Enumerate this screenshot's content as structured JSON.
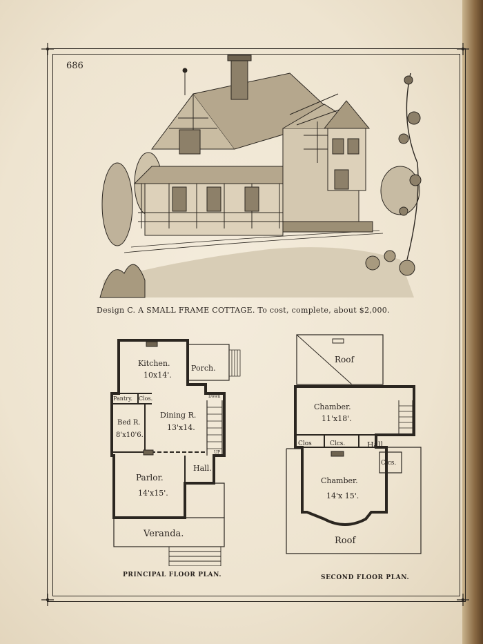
{
  "page_number": "686",
  "caption": "Design C.  A SMALL FRAME COTTAGE.  To cost, complete, about $2,000.",
  "principal_floor_plan": {
    "title": "PRINCIPAL FLOOR PLAN.",
    "rooms": {
      "kitchen": "Kitchen.",
      "kitchen_size": "10x14'.",
      "porch": "Porch.",
      "pantry": "Pantry.",
      "clos": "Clos.",
      "dining": "Dining R.",
      "dining_size": "13'x14.",
      "bedroom": "Bed R.",
      "bedroom_size": "8'x10'6.",
      "parlor": "Parlor.",
      "parlor_size": "14'x15'.",
      "hall": "Hall.",
      "veranda": "Veranda.",
      "down": "Down",
      "up": "UP"
    }
  },
  "second_floor_plan": {
    "title": "SECOND FLOOR PLAN.",
    "rooms": {
      "roof_top": "Roof",
      "chamber_1": "Chamber.",
      "chamber_1_size": "11'x18'.",
      "clos_1": "Clos",
      "clos_2": "Clcs.",
      "hall": "Hall",
      "clos_3": "Clcs.",
      "chamber_2": "Chamber.",
      "chamber_2_size": "14'x 15'.",
      "roof_bottom": "Roof"
    }
  }
}
